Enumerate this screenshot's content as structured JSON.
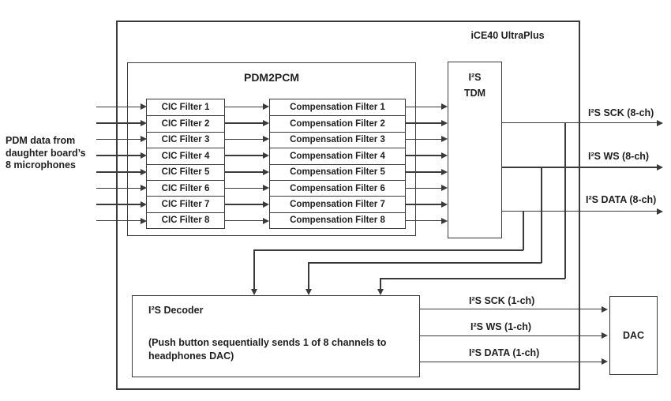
{
  "diagram": {
    "chip_label": "iCE40 UltraPlus",
    "left_note": {
      "line1": "PDM data from",
      "line2": "daughter board’s",
      "line3": "8 microphones"
    },
    "pdm2pcm": {
      "title": "PDM2PCM",
      "cic_filters": [
        "CIC Filter 1",
        "CIC Filter 2",
        "CIC Filter 3",
        "CIC Filter 4",
        "CIC Filter 5",
        "CIC Filter 6",
        "CIC Filter 7",
        "CIC Filter 8"
      ],
      "compensation_filters": [
        "Compensation Filter 1",
        "Compensation Filter 2",
        "Compensation Filter 3",
        "Compensation Filter 4",
        "Compensation Filter 5",
        "Compensation Filter 6",
        "Compensation Filter 7",
        "Compensation Filter 8"
      ]
    },
    "i2s_tdm": {
      "line1": "I²S",
      "line2": "TDM"
    },
    "outputs_8ch": {
      "sck": "I²S SCK (8-ch)",
      "ws": "I²S WS (8-ch)",
      "data": "I²S DATA (8-ch)"
    },
    "i2s_decoder": {
      "title": "I²S  Decoder",
      "note": "(Push button sequentially sends 1 of 8 channels to headphones DAC)"
    },
    "outputs_1ch": {
      "sck": "I²S SCK (1-ch)",
      "ws": "I²S WS (1-ch)",
      "data": "I²S DATA (1-ch)"
    },
    "dac_label": "DAC",
    "colors": {
      "line": "#3a3a3a",
      "text": "#1f1f1f",
      "background": "#ffffff"
    }
  }
}
